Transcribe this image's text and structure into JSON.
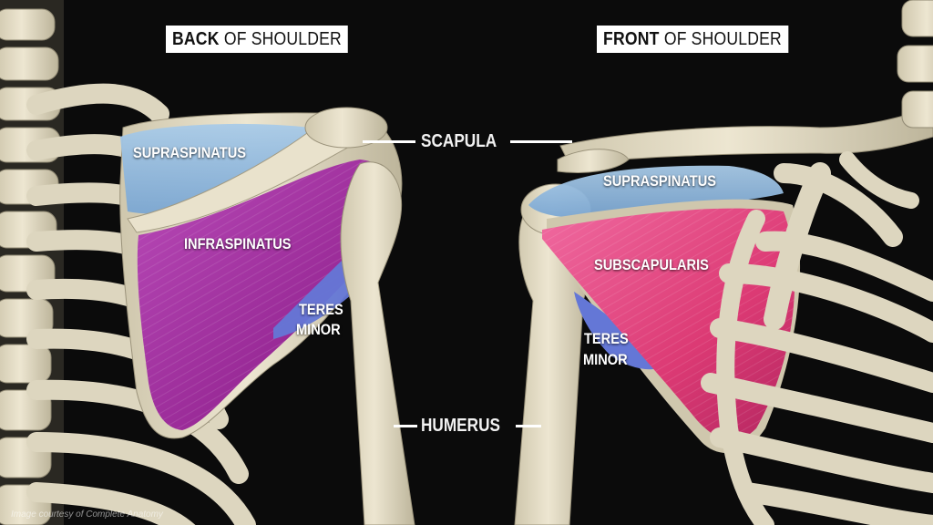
{
  "titles": {
    "back": {
      "bold": "BACK",
      "rest": "OF SHOULDER"
    },
    "front": {
      "bold": "FRONT",
      "rest": "OF SHOULDER"
    }
  },
  "labels": {
    "scapula": "SCAPULA",
    "humerus": "HUMERUS",
    "back_supraspinatus": "SUPRASPINATUS",
    "back_infraspinatus": "INFRASPINATUS",
    "back_teres_minor_1": "TERES",
    "back_teres_minor_2": "MINOR",
    "front_supraspinatus": "SUPRASPINATUS",
    "front_subscapularis": "SUBSCAPULARIS",
    "front_teres_minor_1": "TERES",
    "front_teres_minor_2": "MINOR"
  },
  "credit": "Image courtesy of Complete Anatomy",
  "colors": {
    "background": "#0b0b0b",
    "bone": "#e9e2cc",
    "supraspinatus": "#8fb6dc",
    "infraspinatus": "#a1339e",
    "teres_minor": "#6477d6",
    "subscapularis": "#e04178"
  }
}
